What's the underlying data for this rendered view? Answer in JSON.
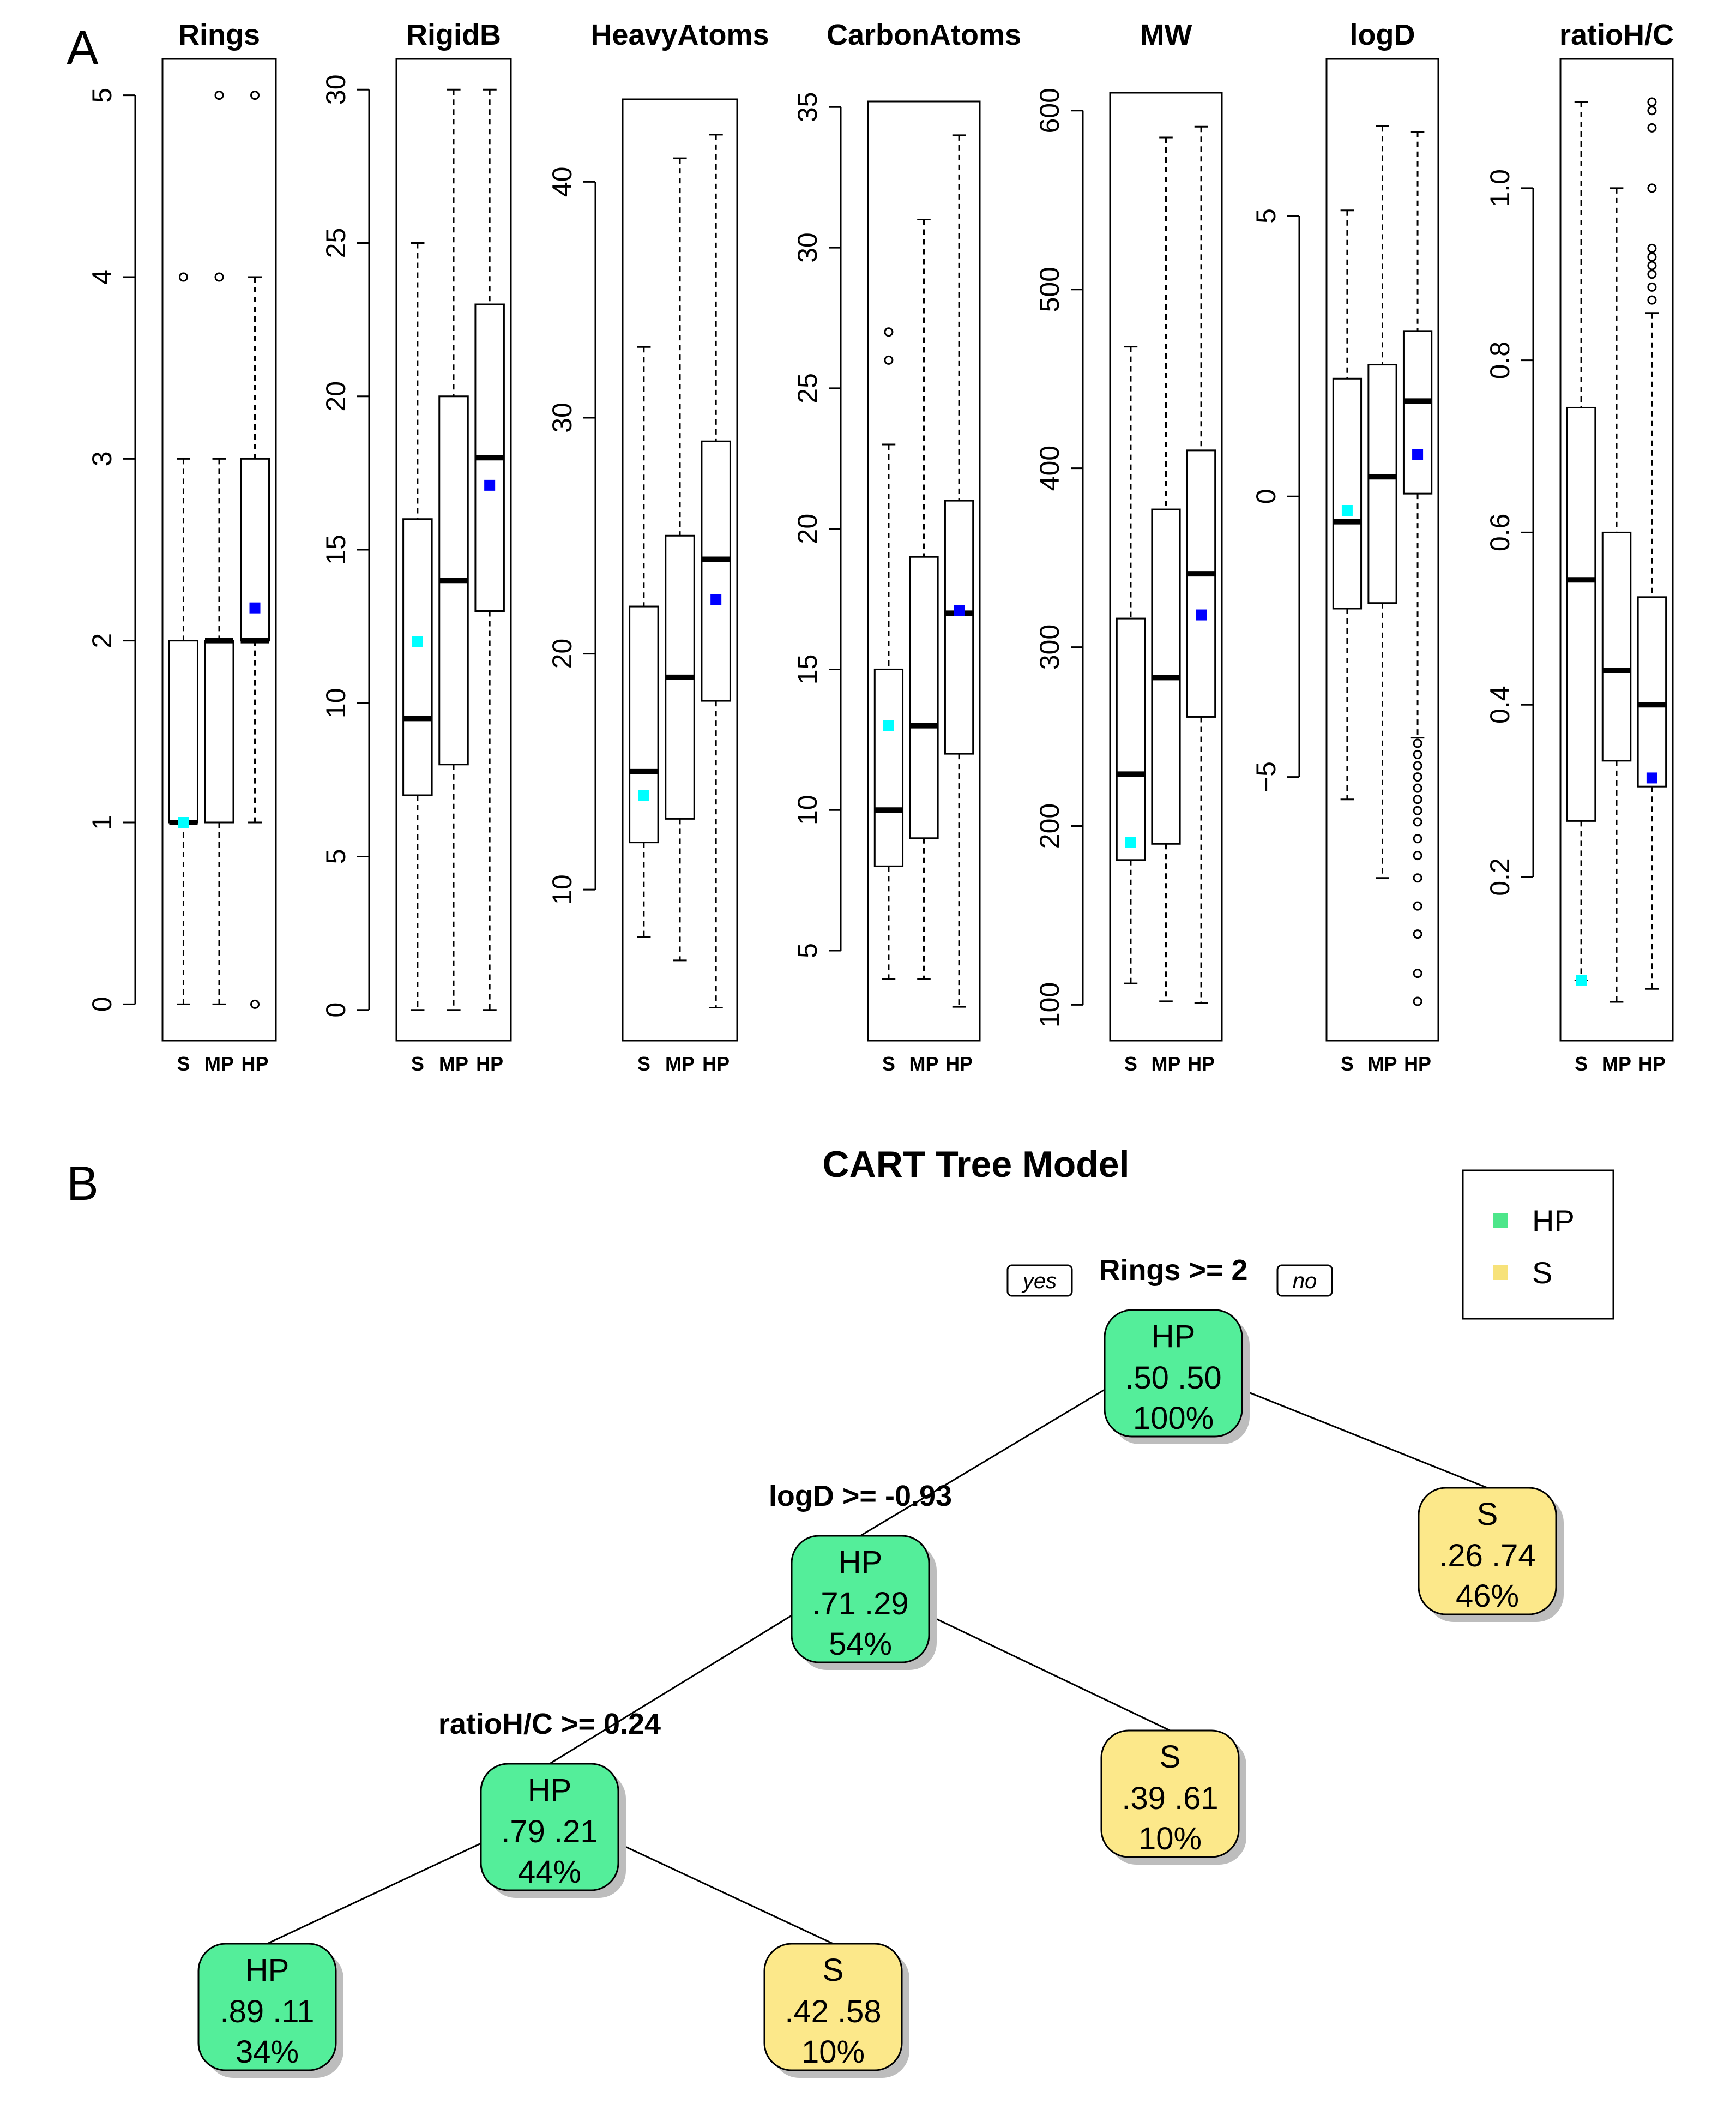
{
  "panel_a_label": "A",
  "panel_b_label": "B",
  "chart_data": [
    {
      "type": "boxplot",
      "title": "Rings",
      "categories": [
        "S",
        "MP",
        "HP"
      ],
      "ylim": [
        -0.2,
        5.2
      ],
      "yticks": [
        0,
        1,
        2,
        3,
        4,
        5
      ],
      "yticklabels": [
        "0",
        "1",
        "2",
        "3",
        "4",
        "5"
      ],
      "boxes": [
        {
          "category": "S",
          "whisker_low": 0,
          "q1": 1,
          "median": 1,
          "q3": 2,
          "whisker_high": 3,
          "outliers": [
            4
          ],
          "mean": 1.0,
          "mean_color": "#00ffff"
        },
        {
          "category": "MP",
          "whisker_low": 0,
          "q1": 1,
          "median": 2,
          "q3": 2,
          "whisker_high": 3,
          "outliers": [
            4,
            5
          ],
          "mean": null,
          "mean_color": null
        },
        {
          "category": "HP",
          "whisker_low": 1,
          "q1": 2,
          "median": 2,
          "q3": 3,
          "whisker_high": 4,
          "outliers": [
            0,
            5
          ],
          "mean": 2.18,
          "mean_color": "#0000ff"
        }
      ]
    },
    {
      "type": "boxplot",
      "title": "RigidB",
      "categories": [
        "S",
        "MP",
        "HP"
      ],
      "ylim": [
        -1,
        31
      ],
      "yticks": [
        0,
        5,
        10,
        15,
        20,
        25,
        30
      ],
      "yticklabels": [
        "0",
        "5",
        "10",
        "15",
        "20",
        "25",
        "30"
      ],
      "boxes": [
        {
          "category": "S",
          "whisker_low": 0,
          "q1": 7,
          "median": 9.5,
          "q3": 16,
          "whisker_high": 25,
          "outliers": [],
          "mean": 12.0,
          "mean_color": "#00ffff"
        },
        {
          "category": "MP",
          "whisker_low": 0,
          "q1": 8,
          "median": 14,
          "q3": 20,
          "whisker_high": 30,
          "outliers": [],
          "mean": null,
          "mean_color": null
        },
        {
          "category": "HP",
          "whisker_low": 0,
          "q1": 13,
          "median": 18,
          "q3": 23,
          "whisker_high": 30,
          "outliers": [],
          "mean": 17.1,
          "mean_color": "#0000ff"
        }
      ]
    },
    {
      "type": "boxplot",
      "title": "HeavyAtoms",
      "categories": [
        "S",
        "MP",
        "HP"
      ],
      "ylim": [
        3.6,
        43.5
      ],
      "yticks": [
        10,
        20,
        30,
        40
      ],
      "yticklabels": [
        "10",
        "20",
        "30",
        "40"
      ],
      "boxes": [
        {
          "category": "S",
          "whisker_low": 8,
          "q1": 12,
          "median": 15,
          "q3": 22,
          "whisker_high": 33,
          "outliers": [],
          "mean": 14.0,
          "mean_color": "#00ffff"
        },
        {
          "category": "MP",
          "whisker_low": 7,
          "q1": 13,
          "median": 19,
          "q3": 25,
          "whisker_high": 41,
          "outliers": [],
          "mean": null,
          "mean_color": null
        },
        {
          "category": "HP",
          "whisker_low": 5,
          "q1": 18,
          "median": 24,
          "q3": 29,
          "whisker_high": 42,
          "outliers": [],
          "mean": 22.3,
          "mean_color": "#0000ff"
        }
      ]
    },
    {
      "type": "boxplot",
      "title": "CarbonAtoms",
      "categories": [
        "S",
        "MP",
        "HP"
      ],
      "ylim": [
        1.8,
        35.2
      ],
      "yticks": [
        5,
        10,
        15,
        20,
        25,
        30,
        35
      ],
      "yticklabels": [
        "5",
        "10",
        "15",
        "20",
        "25",
        "30",
        "35"
      ],
      "boxes": [
        {
          "category": "S",
          "whisker_low": 4,
          "q1": 8,
          "median": 10,
          "q3": 15,
          "whisker_high": 23,
          "outliers": [
            26,
            27
          ],
          "mean": 13.0,
          "mean_color": "#00ffff"
        },
        {
          "category": "MP",
          "whisker_low": 4,
          "q1": 9,
          "median": 13,
          "q3": 19,
          "whisker_high": 31,
          "outliers": [],
          "mean": null,
          "mean_color": null
        },
        {
          "category": "HP",
          "whisker_low": 3,
          "q1": 12,
          "median": 17,
          "q3": 21,
          "whisker_high": 34,
          "outliers": [],
          "mean": 17.1,
          "mean_color": "#0000ff"
        }
      ]
    },
    {
      "type": "boxplot",
      "title": "MW",
      "categories": [
        "S",
        "MP",
        "HP"
      ],
      "ylim": [
        80,
        610
      ],
      "yticks": [
        100,
        200,
        300,
        400,
        500,
        600
      ],
      "yticklabels": [
        "100",
        "200",
        "300",
        "400",
        "500",
        "600"
      ],
      "boxes": [
        {
          "category": "S",
          "whisker_low": 112,
          "q1": 181,
          "median": 229,
          "q3": 316,
          "whisker_high": 468,
          "outliers": [],
          "mean": 191,
          "mean_color": "#00ffff"
        },
        {
          "category": "MP",
          "whisker_low": 102,
          "q1": 190,
          "median": 283,
          "q3": 377,
          "whisker_high": 585,
          "outliers": [],
          "mean": null,
          "mean_color": null
        },
        {
          "category": "HP",
          "whisker_low": 101,
          "q1": 261,
          "median": 341,
          "q3": 410,
          "whisker_high": 591,
          "outliers": [],
          "mean": 318,
          "mean_color": "#0000ff"
        }
      ]
    },
    {
      "type": "boxplot",
      "title": "logD",
      "categories": [
        "S",
        "MP",
        "HP"
      ],
      "ylim": [
        -9.7,
        7.8
      ],
      "yticks": [
        -5,
        0,
        5
      ],
      "yticklabels": [
        "−5",
        "0",
        "5"
      ],
      "boxes": [
        {
          "category": "S",
          "whisker_low": -5.4,
          "q1": -2.0,
          "median": -0.45,
          "q3": 2.1,
          "whisker_high": 5.1,
          "outliers": [],
          "mean": -0.25,
          "mean_color": "#00ffff"
        },
        {
          "category": "MP",
          "whisker_low": -6.8,
          "q1": -1.9,
          "median": 0.35,
          "q3": 2.35,
          "whisker_high": 6.6,
          "outliers": [],
          "mean": null,
          "mean_color": null
        },
        {
          "category": "HP",
          "whisker_low": -4.3,
          "q1": 0.05,
          "median": 1.7,
          "q3": 2.95,
          "whisker_high": 6.5,
          "outliers": [
            -4.4,
            -4.6,
            -4.8,
            -5.0,
            -5.2,
            -5.4,
            -5.6,
            -5.8,
            -6.1,
            -6.4,
            -6.8,
            -7.3,
            -7.8,
            -8.5,
            -9.0
          ],
          "mean": 0.75,
          "mean_color": "#0000ff"
        }
      ]
    },
    {
      "type": "boxplot",
      "title": "ratioH/C",
      "categories": [
        "S",
        "MP",
        "HP"
      ],
      "ylim": [
        0.01,
        1.15
      ],
      "yticks": [
        0.2,
        0.4,
        0.6,
        0.8,
        1.0
      ],
      "yticklabels": [
        "0.2",
        "0.4",
        "0.6",
        "0.8",
        "1.0"
      ],
      "boxes": [
        {
          "category": "S",
          "whisker_low": 0.08,
          "q1": 0.265,
          "median": 0.545,
          "q3": 0.745,
          "whisker_high": 1.1,
          "outliers": [],
          "mean": 0.08,
          "mean_color": "#00ffff"
        },
        {
          "category": "MP",
          "whisker_low": 0.055,
          "q1": 0.335,
          "median": 0.44,
          "q3": 0.6,
          "whisker_high": 1.0,
          "outliers": [],
          "mean": null,
          "mean_color": null
        },
        {
          "category": "HP",
          "whisker_low": 0.07,
          "q1": 0.305,
          "median": 0.4,
          "q3": 0.525,
          "whisker_high": 0.855,
          "outliers": [
            0.87,
            0.885,
            0.9,
            0.91,
            0.92,
            0.93,
            1.0,
            1.07,
            1.09,
            1.1
          ],
          "mean": 0.315,
          "mean_color": "#0000ff"
        }
      ]
    }
  ],
  "tree": {
    "title": "CART Tree Model",
    "yes_label": "yes",
    "no_label": "no",
    "legend": [
      {
        "label": "HP",
        "color": "#4de68a"
      },
      {
        "label": "S",
        "color": "#f7e27a"
      }
    ],
    "node_colors": {
      "HP": "#54ee9a",
      "S": "#fce88a"
    },
    "nodes": [
      {
        "id": "root",
        "cls": "HP",
        "p1": ".50",
        "p2": ".50",
        "pct": "100%",
        "split": "Rings >= 2",
        "parent": null
      },
      {
        "id": "n2",
        "cls": "HP",
        "p1": ".71",
        "p2": ".29",
        "pct": "54%",
        "split": "logD >= -0.93",
        "parent": "root"
      },
      {
        "id": "n3",
        "cls": "S",
        "p1": ".26",
        "p2": ".74",
        "pct": "46%",
        "split": "",
        "parent": "root"
      },
      {
        "id": "n4",
        "cls": "HP",
        "p1": ".79",
        "p2": ".21",
        "pct": "44%",
        "split": "ratioH/C >= 0.24",
        "parent": "n2"
      },
      {
        "id": "n5",
        "cls": "S",
        "p1": ".39",
        "p2": ".61",
        "pct": "10%",
        "split": "",
        "parent": "n2"
      },
      {
        "id": "n8",
        "cls": "HP",
        "p1": ".89",
        "p2": ".11",
        "pct": "34%",
        "split": "",
        "parent": "n4"
      },
      {
        "id": "n9",
        "cls": "S",
        "p1": ".42",
        "p2": ".58",
        "pct": "10%",
        "split": "",
        "parent": "n4"
      }
    ]
  }
}
